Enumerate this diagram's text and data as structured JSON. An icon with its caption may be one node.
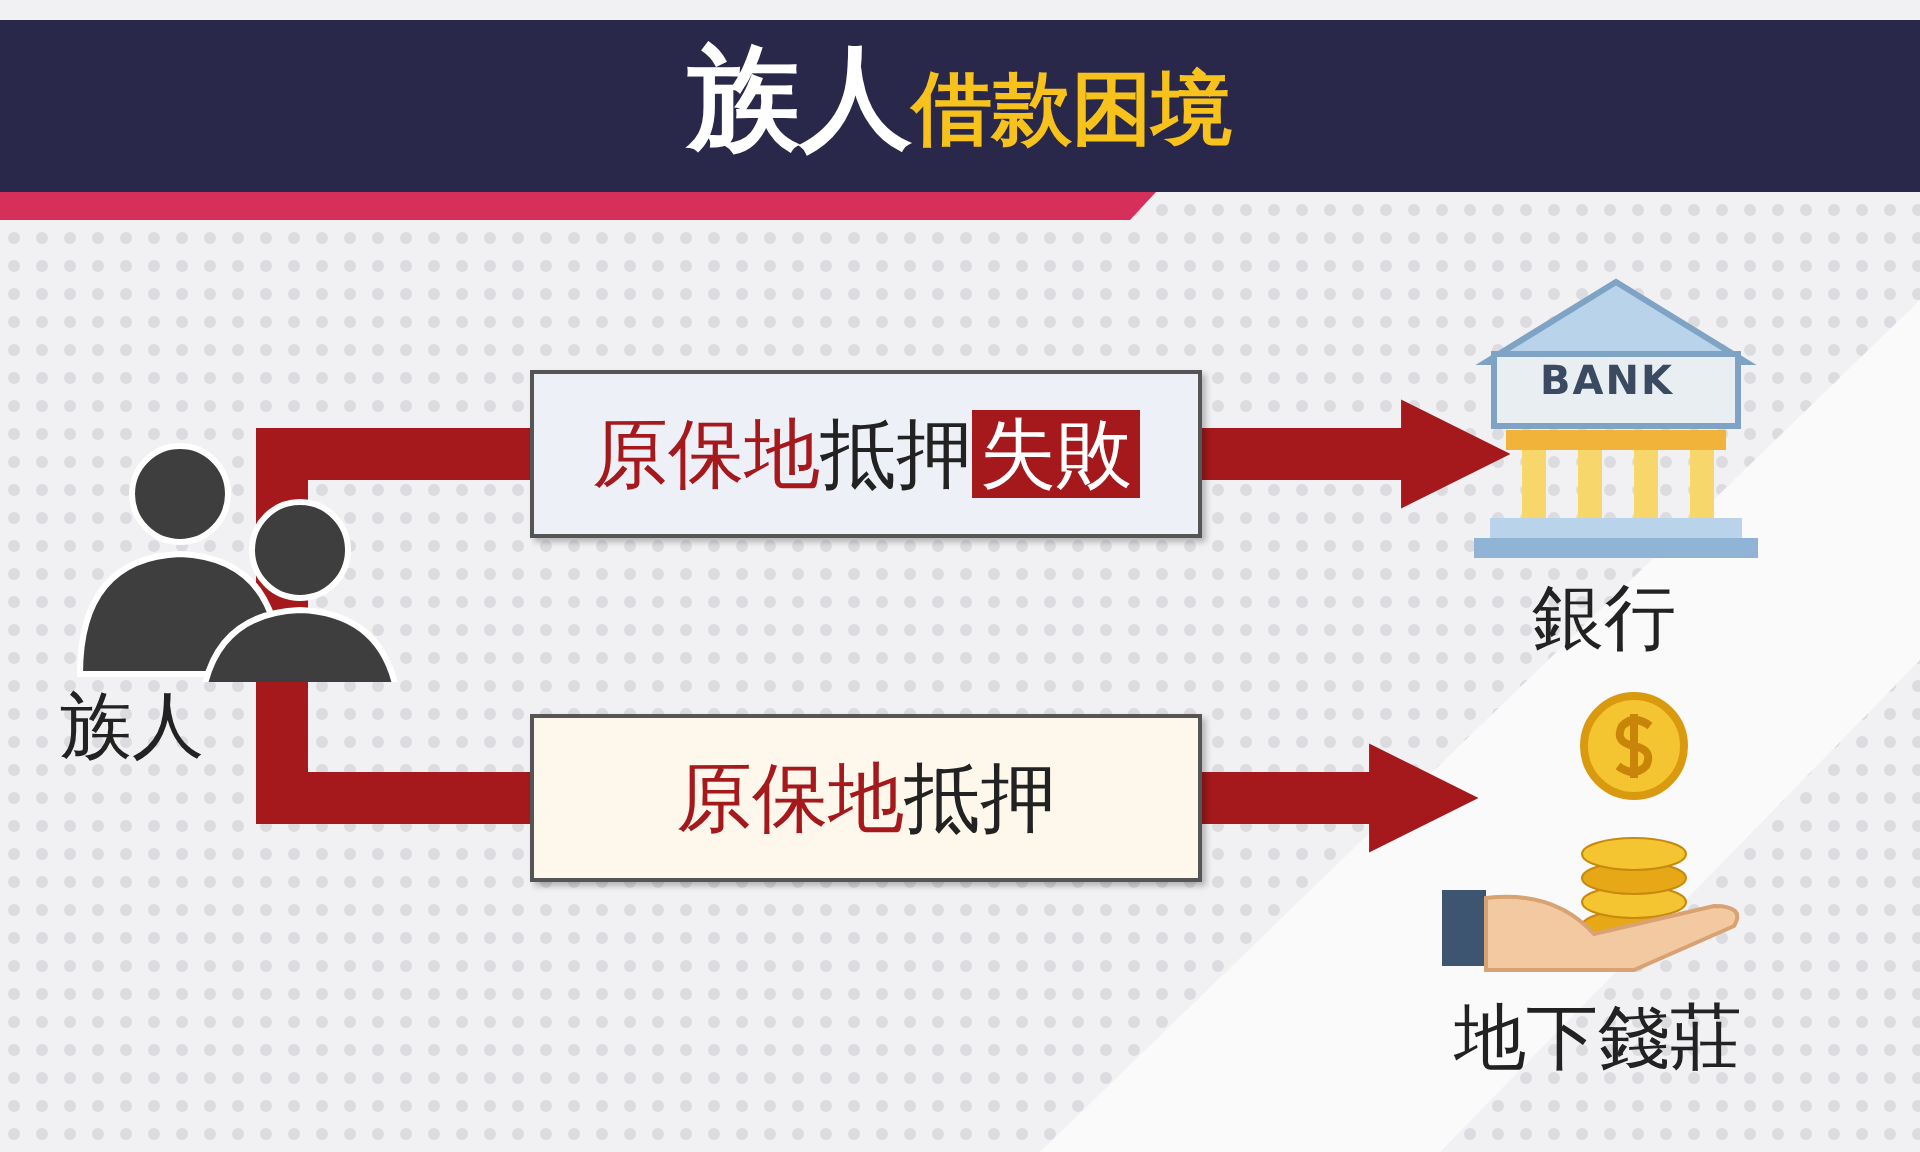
{
  "diagram": {
    "title": "**族人**借款困境",
    "nodes": [
      {
        "text": [
          "族人"
        ]
      },
      {
        "text": [
          "**原保地**抵押**失敗**"
        ]
      },
      {
        "text": [
          "**原保地**抵押"
        ]
      },
      {
        "text": [
          "銀行"
        ]
      },
      {
        "text": [
          "地下錢莊"
        ]
      }
    ],
    "edges": [
      {
        "from": 0,
        "to": 1,
        "arrow": "none"
      },
      {
        "from": 1,
        "to": 3,
        "arrow": "to"
      },
      {
        "from": 0,
        "to": 2,
        "arrow": "none"
      },
      {
        "from": 2,
        "to": 4,
        "arrow": "to"
      }
    ],
    "labels": [
      "BANK"
    ]
  }
}
